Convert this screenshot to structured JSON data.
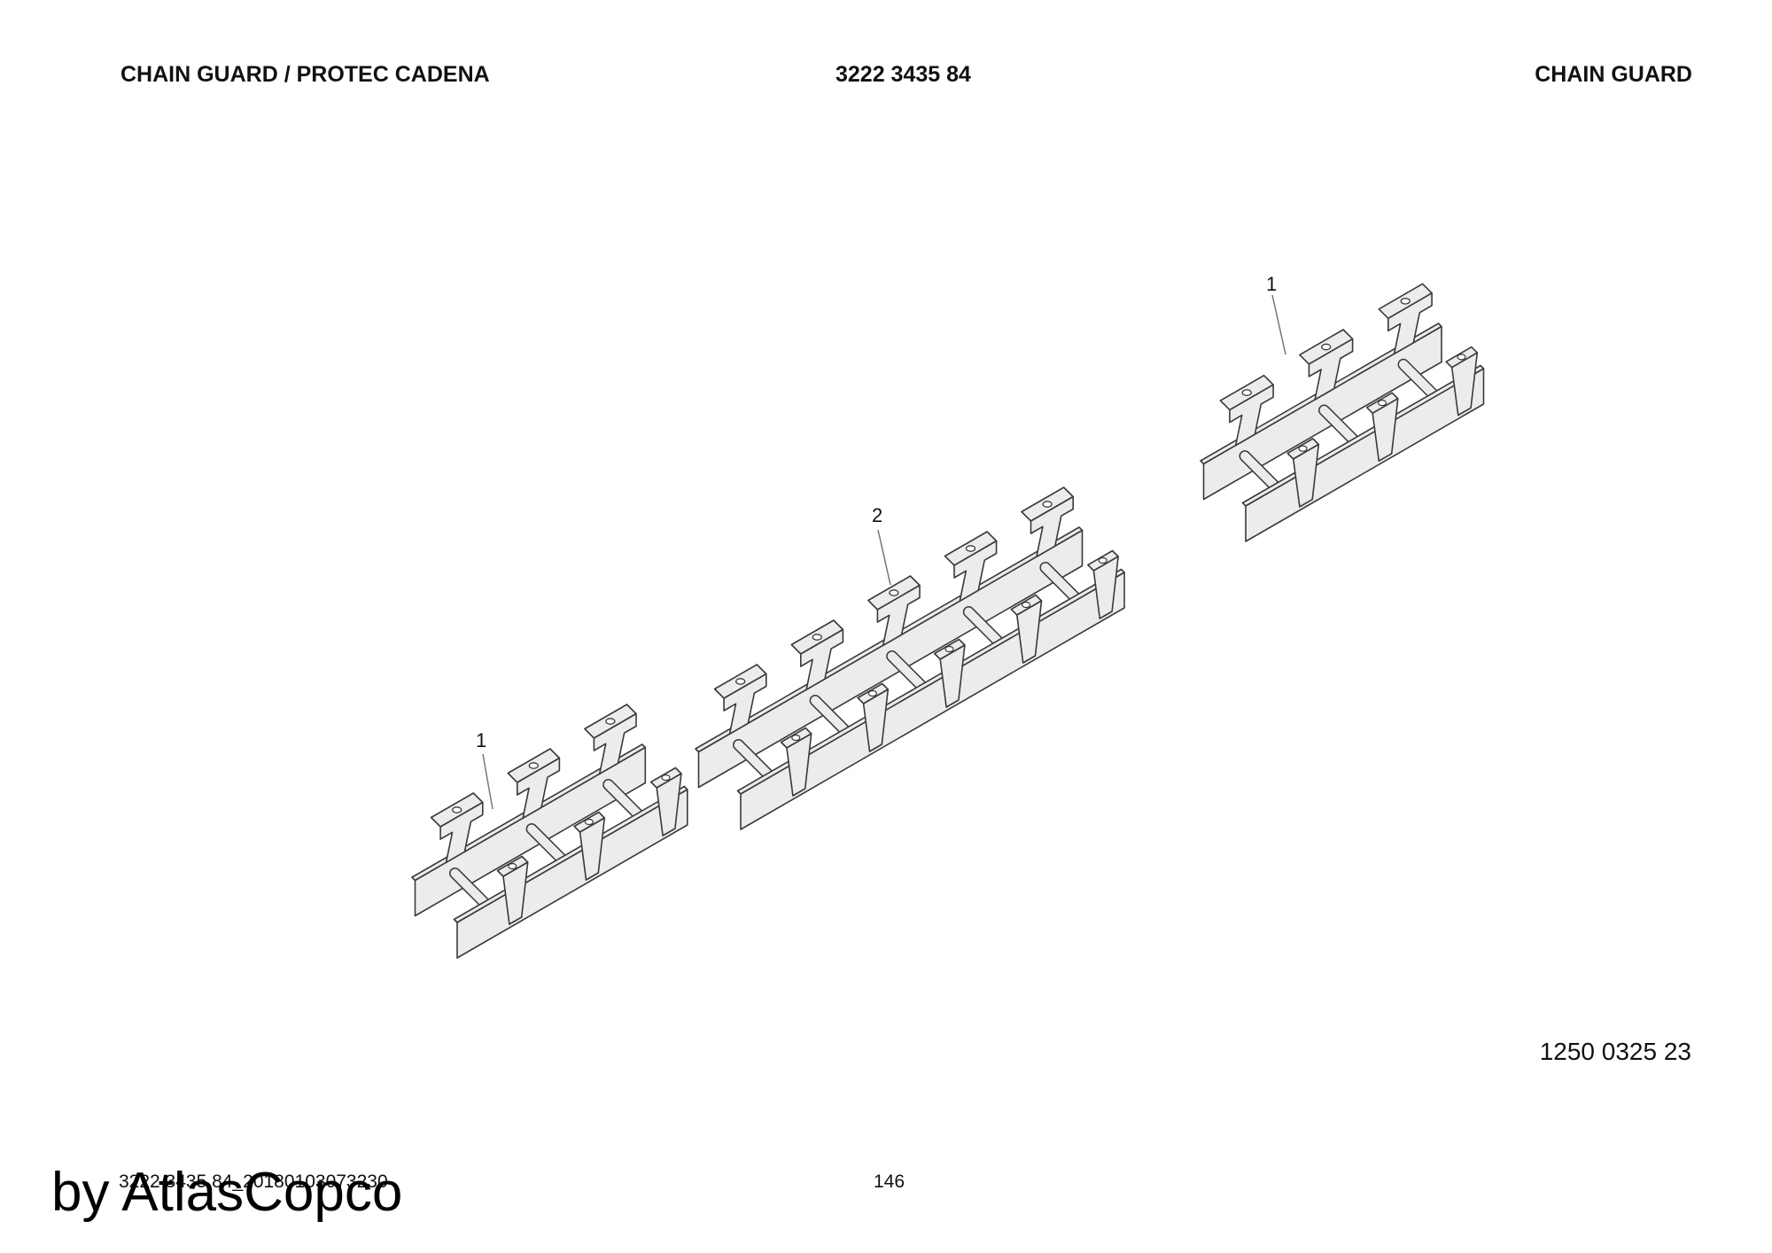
{
  "header": {
    "left_title": "CHAIN GUARD / PROTEC CADENA",
    "part_number": "3222 3435 84",
    "right_title": "CHAIN GUARD"
  },
  "callouts": {
    "upper_right": "1",
    "middle": "2",
    "lower_left": "1"
  },
  "drawing_reference": "1250 0325 23",
  "footer": {
    "document_code": "3222 3435 84_20180103073230",
    "page_number": "146"
  },
  "watermark": "by AtlasCopco",
  "colors": {
    "part_fill": "#ececec",
    "part_stroke": "#3a3a3a",
    "leader": "#777777"
  }
}
